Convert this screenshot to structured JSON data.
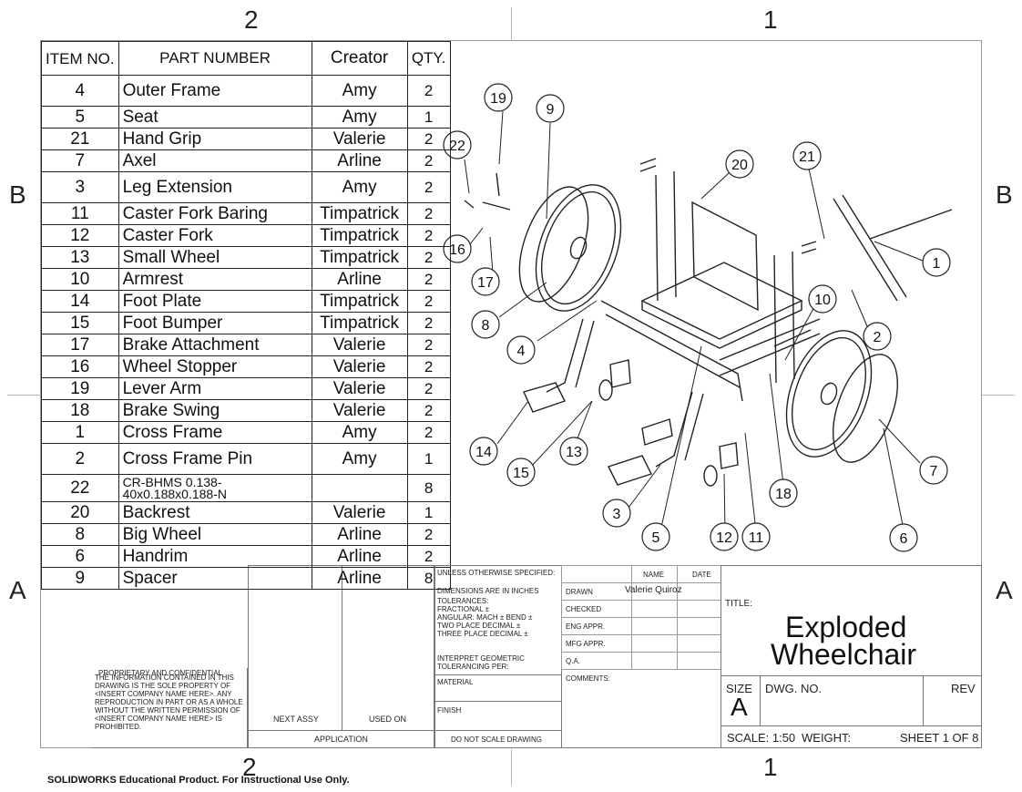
{
  "zones": {
    "top_left": "2",
    "top_right": "1",
    "bottom_left": "2",
    "bottom_right": "1",
    "left_upper": "B",
    "left_lower": "A",
    "right_upper": "B",
    "right_lower": "A"
  },
  "bom": {
    "headers": {
      "item_no": "ITEM NO.",
      "part_number": "PART NUMBER",
      "creator": "Creator",
      "qty": "QTY."
    },
    "rows": [
      {
        "item": "4",
        "part": "Outer Frame",
        "creator": "Amy",
        "qty": "2"
      },
      {
        "item": "5",
        "part": "Seat",
        "creator": "Amy",
        "qty": "1"
      },
      {
        "item": "21",
        "part": "Hand Grip",
        "creator": "Valerie",
        "qty": "2"
      },
      {
        "item": "7",
        "part": "Axel",
        "creator": "Arline",
        "qty": "2"
      },
      {
        "item": "3",
        "part": "Leg Extension",
        "creator": "Amy",
        "qty": "2"
      },
      {
        "item": "11",
        "part": "Caster Fork Baring",
        "creator": "Timpatrick",
        "qty": "2"
      },
      {
        "item": "12",
        "part": "Caster Fork",
        "creator": "Timpatrick",
        "qty": "2"
      },
      {
        "item": "13",
        "part": "Small Wheel",
        "creator": "Timpatrick",
        "qty": "2"
      },
      {
        "item": "10",
        "part": "Armrest",
        "creator": "Arline",
        "qty": "2"
      },
      {
        "item": "14",
        "part": "Foot Plate",
        "creator": "Timpatrick",
        "qty": "2"
      },
      {
        "item": "15",
        "part": "Foot Bumper",
        "creator": "Timpatrick",
        "qty": "2"
      },
      {
        "item": "17",
        "part": "Brake Attachment",
        "creator": "Valerie",
        "qty": "2"
      },
      {
        "item": "16",
        "part": "Wheel Stopper",
        "creator": "Valerie",
        "qty": "2"
      },
      {
        "item": "19",
        "part": "Lever Arm",
        "creator": "Valerie",
        "qty": "2"
      },
      {
        "item": "18",
        "part": "Brake Swing",
        "creator": "Valerie",
        "qty": "2"
      },
      {
        "item": "1",
        "part": "Cross Frame",
        "creator": "Amy",
        "qty": "2"
      },
      {
        "item": "2",
        "part": "Cross Frame Pin",
        "creator": "Amy",
        "qty": "1"
      },
      {
        "item": "22",
        "part": "CR-BHMS 0.138-40x0.188x0.188-N",
        "creator": "",
        "qty": "8"
      },
      {
        "item": "20",
        "part": "Backrest",
        "creator": "Valerie",
        "qty": "1"
      },
      {
        "item": "8",
        "part": "Big Wheel",
        "creator": "Arline",
        "qty": "2"
      },
      {
        "item": "6",
        "part": "Handrim",
        "creator": "Arline",
        "qty": "2"
      },
      {
        "item": "9",
        "part": "Spacer",
        "creator": "Arline",
        "qty": "8"
      }
    ]
  },
  "balloons": [
    "19",
    "9",
    "22",
    "20",
    "21",
    "16",
    "17",
    "1",
    "8",
    "10",
    "4",
    "2",
    "14",
    "15",
    "13",
    "7",
    "18",
    "3",
    "5",
    "12",
    "11",
    "6"
  ],
  "title_block": {
    "proprietary_heading": "PROPRIETARY AND CONFIDENTIAL",
    "proprietary_text": "THE INFORMATION CONTAINED IN THIS DRAWING IS THE SOLE PROPERTY OF <INSERT COMPANY NAME HERE>. ANY REPRODUCTION IN PART OR AS A WHOLE WITHOUT THE WRITTEN PERMISSION OF <INSERT COMPANY NAME HERE> IS PROHIBITED.",
    "next_assy": "NEXT ASSY",
    "used_on": "USED ON",
    "application": "APPLICATION",
    "unless": "UNLESS OTHERWISE SPECIFIED:",
    "dims": "DIMENSIONS ARE IN INCHES",
    "tolerances": "TOLERANCES:",
    "fractional": "FRACTIONAL ±",
    "angular": "ANGULAR: MACH ±   BEND ±",
    "two_place": "TWO PLACE DECIMAL  ±",
    "three_place": "THREE PLACE DECIMAL  ±",
    "interpret": "INTERPRET GEOMETRIC TOLERANCING PER:",
    "material": "MATERIAL",
    "finish": "FINISH",
    "do_not_scale": "DO NOT SCALE DRAWING",
    "name": "NAME",
    "date": "DATE",
    "drawn": "DRAWN",
    "drawn_by": "Valerie Quiroz",
    "checked": "CHECKED",
    "eng_appr": "ENG APPR.",
    "mfg_appr": "MFG APPR.",
    "qa": "Q.A.",
    "comments": "COMMENTS:",
    "title_label": "TITLE:",
    "title_line1": "Exploded",
    "title_line2": "Wheelchair",
    "size_label": "SIZE",
    "size": "A",
    "dwg_no": "DWG.  NO.",
    "rev": "REV",
    "scale": "SCALE: 1:50",
    "weight": "WEIGHT:",
    "sheet": "SHEET 1 OF 8"
  },
  "watermark": "SOLIDWORKS Educational Product. For Instructional Use Only."
}
